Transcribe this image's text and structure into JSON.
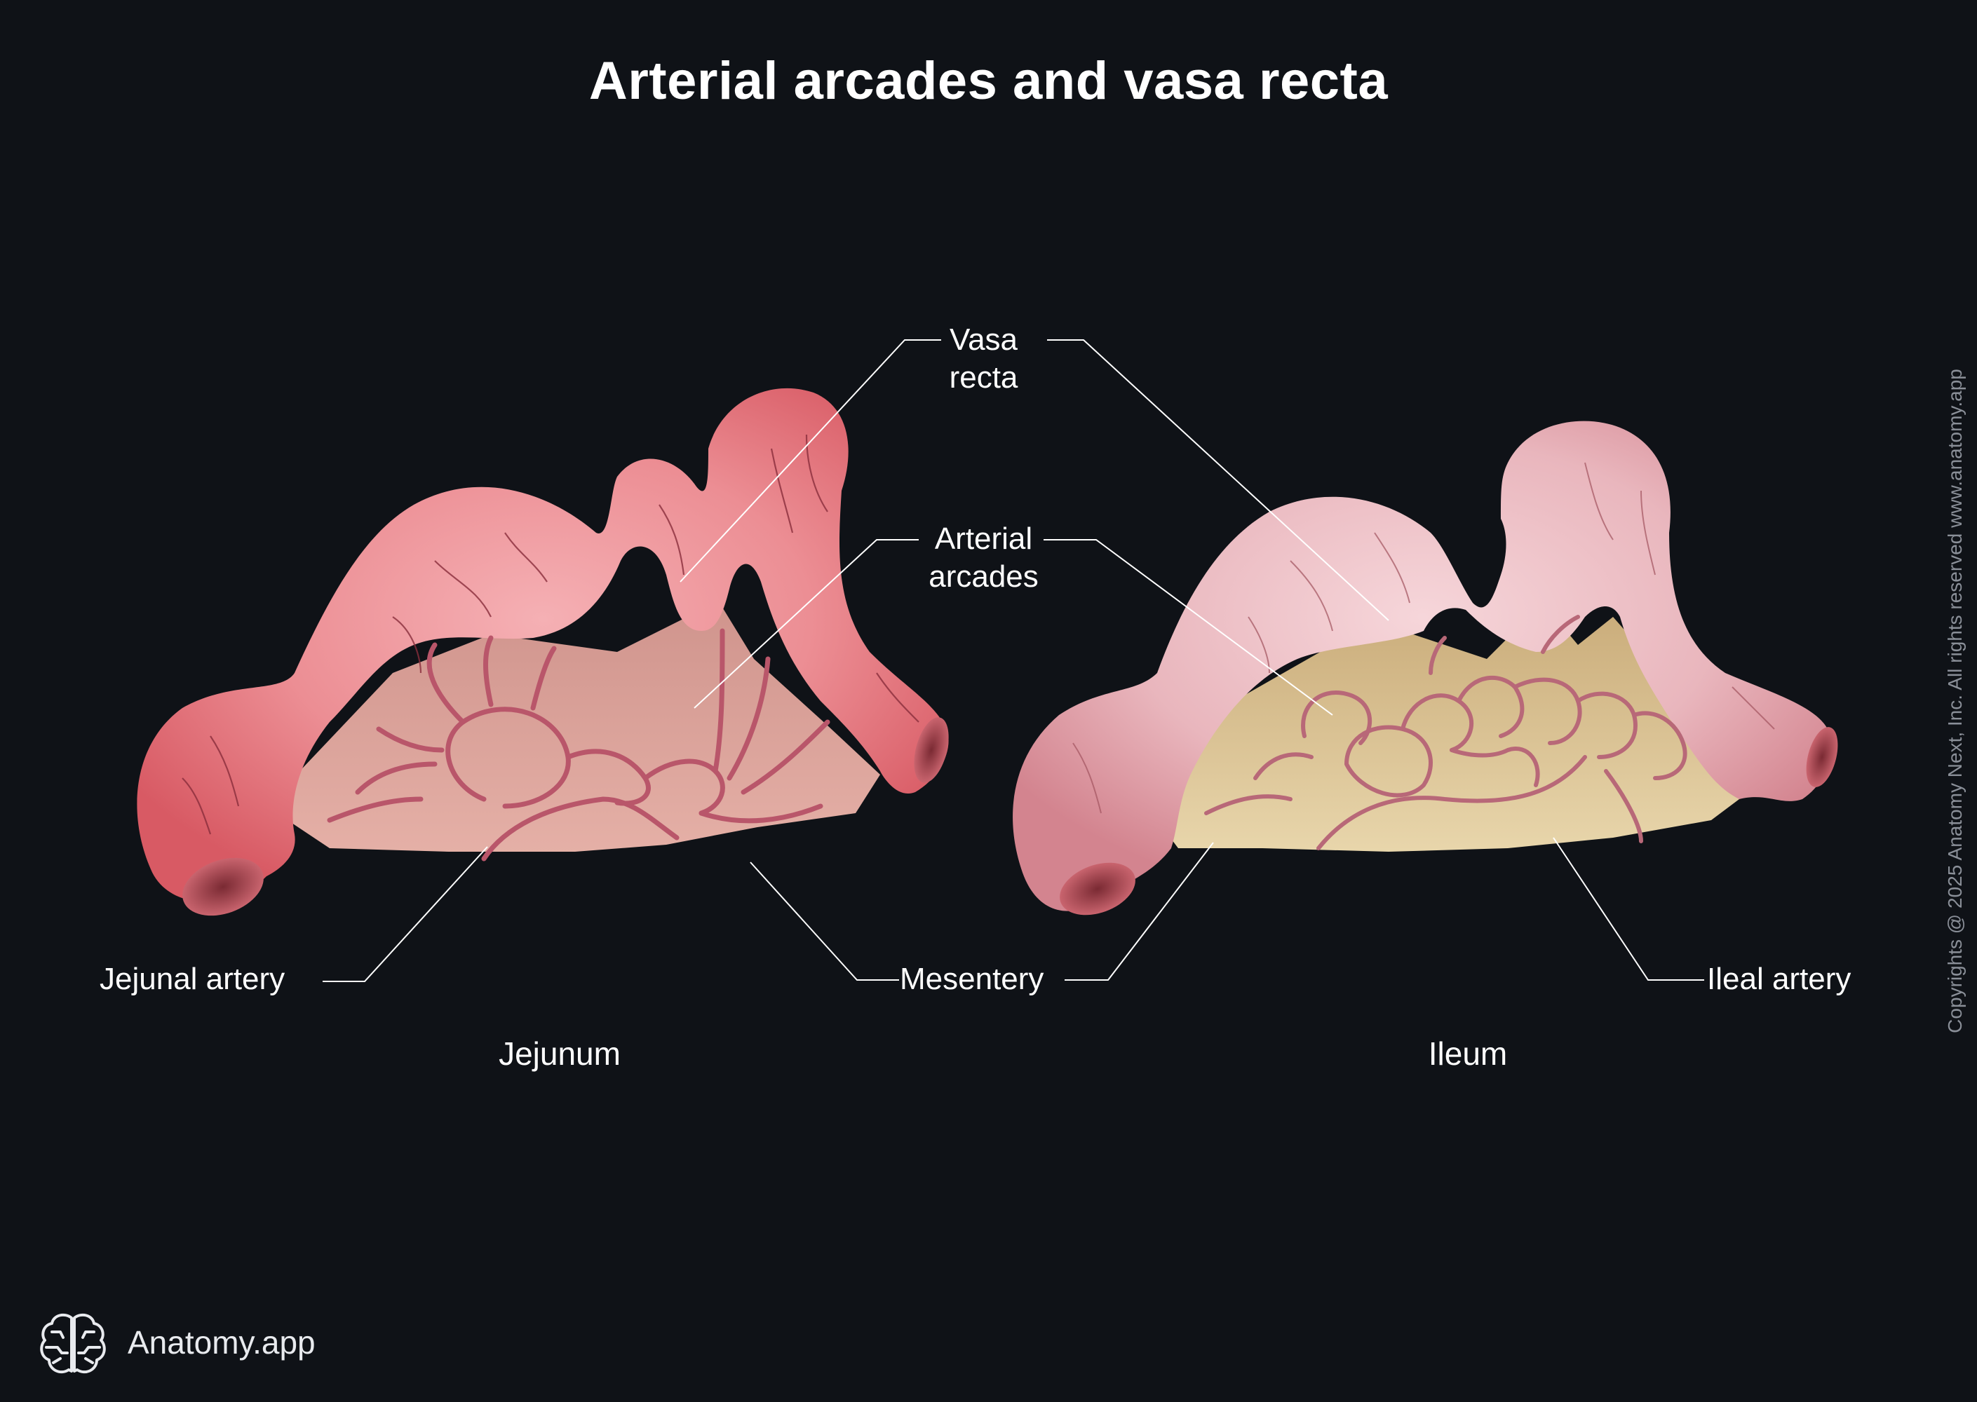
{
  "title": "Arterial arcades and vasa recta",
  "labels": {
    "vasa_recta_line1": "Vasa",
    "vasa_recta_line2": "recta",
    "arterial_arcades_line1": "Arterial",
    "arterial_arcades_line2": "arcades",
    "jejunal_artery": "Jejunal artery",
    "mesentery": "Mesentery",
    "ileal_artery": "Ileal artery"
  },
  "sections": {
    "left": "Jejunum",
    "right": "Ileum"
  },
  "copyright": "Copyrights @ 2025 Anatomy Next, Inc. All rights reserved www.anatomy.app",
  "brand": "Anatomy.app",
  "colors": {
    "background": "#0f1217",
    "jejunum_wall": "#e8848a",
    "ileum_wall": "#e6b4ba",
    "jejunum_mesentery": "#e2a79f",
    "ileum_mesentery": "#dcc79b",
    "vessel": "#b9566a",
    "leader_line": "#ffffff"
  }
}
